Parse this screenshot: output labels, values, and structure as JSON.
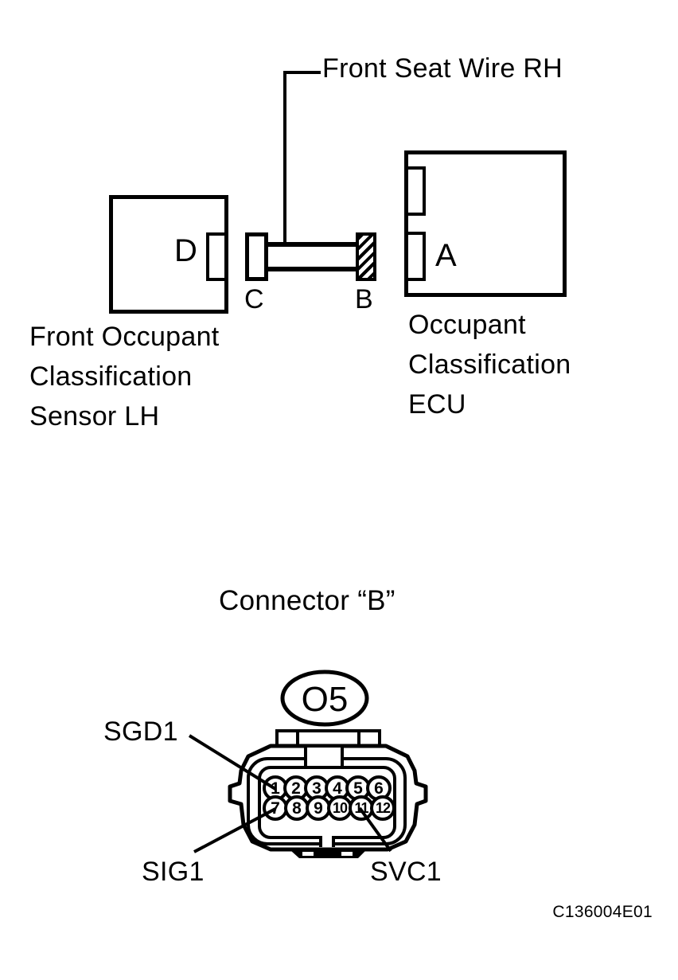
{
  "colors": {
    "ink": "#000000",
    "paper": "#ffffff"
  },
  "wiring": {
    "wire_label": "Front Seat Wire RH",
    "sensor_box_letter": "D",
    "connector_c_letter": "C",
    "connector_b_letter": "B",
    "ecu_box_letter": "A",
    "sensor_caption": [
      "Front Occupant",
      "Classification",
      "Sensor LH"
    ],
    "ecu_caption": [
      "Occupant",
      "Classification",
      "ECU"
    ]
  },
  "connector_view": {
    "title": "Connector “B”",
    "oval_label": "O5",
    "pins": [
      "1",
      "2",
      "3",
      "4",
      "5",
      "6",
      "7",
      "8",
      "9",
      "10",
      "11",
      "12"
    ],
    "terminals": {
      "top_left": "SGD1",
      "bottom_left": "SIG1",
      "bottom_right": "SVC1"
    }
  },
  "figure_code": "C136004E01"
}
